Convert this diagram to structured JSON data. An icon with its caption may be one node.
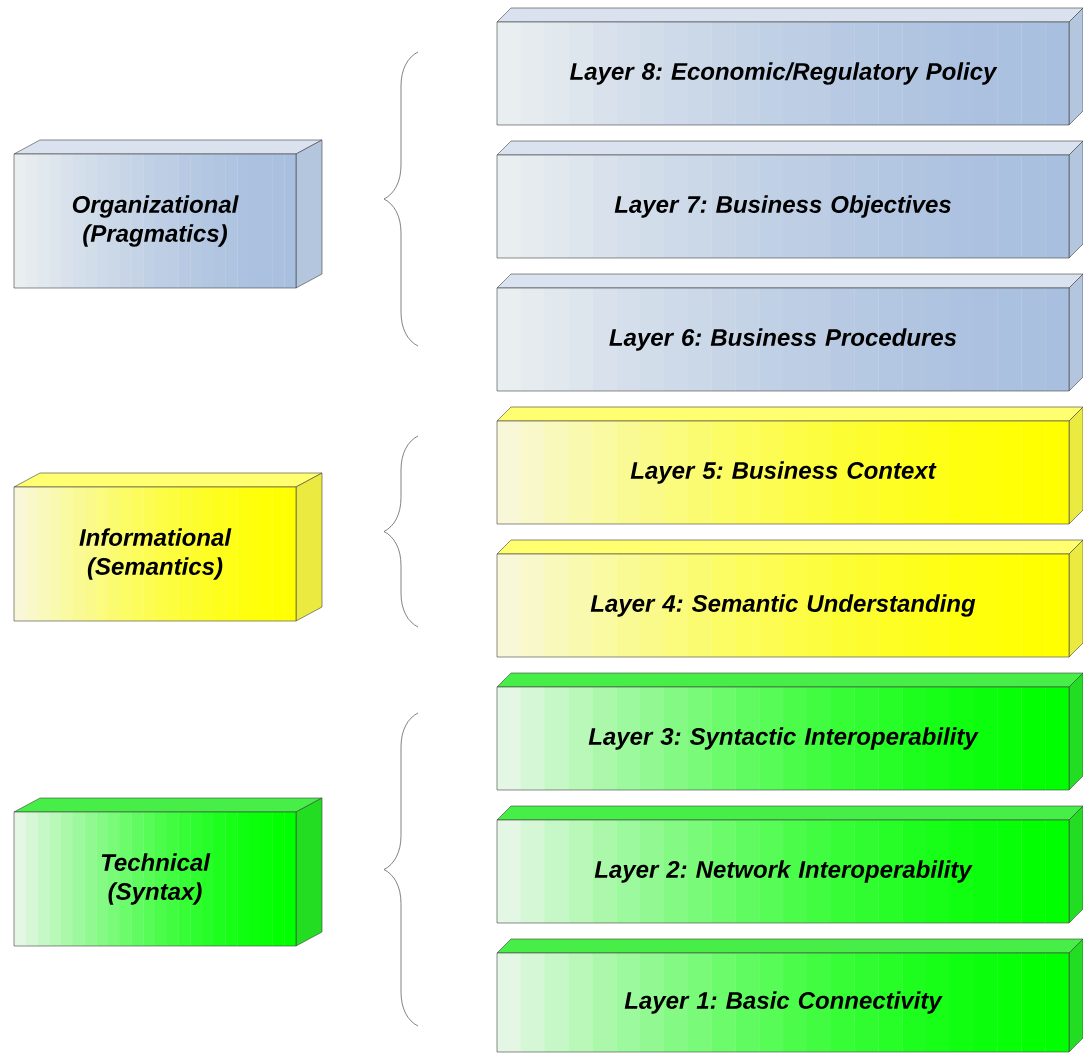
{
  "diagram": {
    "nodes": [
      {
        "text": [
          "Organizational (Pragmatics)"
        ]
      },
      {
        "text": [
          "Layer 8: Economic/Regulatory Policy"
        ]
      },
      {
        "text": [
          "Layer 7: Business Objectives"
        ]
      },
      {
        "text": [
          "Layer 6: Business Procedures"
        ]
      },
      {
        "text": [
          "Informational (Semantics)"
        ]
      },
      {
        "text": [
          "Layer 5: Business Context"
        ]
      },
      {
        "text": [
          "Layer 4: Semantic Understanding"
        ]
      },
      {
        "text": [
          "Technical (Syntax)"
        ]
      },
      {
        "text": [
          "Layer 3: Syntactic Interoperability"
        ]
      },
      {
        "text": [
          "Layer 2: Network Interoperability"
        ]
      },
      {
        "text": [
          "Layer 1: Basic Connectivity"
        ]
      }
    ]
  }
}
